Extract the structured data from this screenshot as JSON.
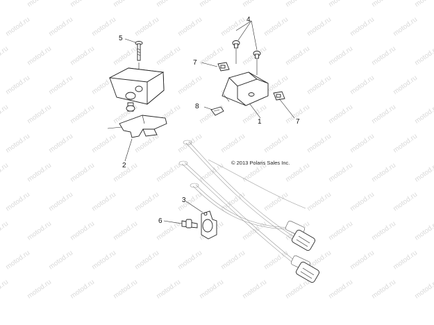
{
  "watermark": "motod.ru",
  "copyright": "© 2013 Polaris Sales Inc.",
  "callouts": [
    {
      "id": "1",
      "label": "1"
    },
    {
      "id": "2",
      "label": "2"
    },
    {
      "id": "3",
      "label": "3"
    },
    {
      "id": "4",
      "label": "4"
    },
    {
      "id": "5",
      "label": "5"
    },
    {
      "id": "6",
      "label": "6"
    },
    {
      "id": "7a",
      "label": "7"
    },
    {
      "id": "7b",
      "label": "7"
    },
    {
      "id": "8",
      "label": "8"
    }
  ]
}
